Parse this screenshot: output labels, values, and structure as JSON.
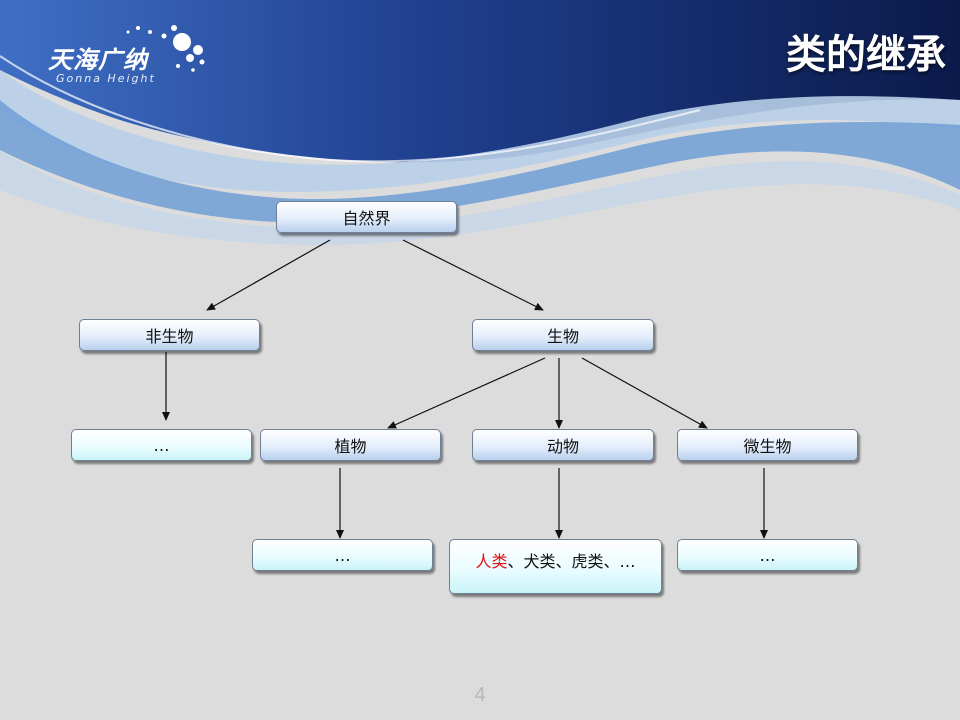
{
  "slide": {
    "title": "类的继承",
    "logo_cn": "天海广纳",
    "logo_en": "Gonna Height",
    "page_number": "4"
  },
  "diagram": {
    "root": "自然界",
    "non_living": "非生物",
    "living": "生物",
    "non_living_child": "…",
    "plant": "植物",
    "animal": "动物",
    "microbe": "微生物",
    "plant_child": "…",
    "animal_child": {
      "human": "人类",
      "rest": "、犬类、虎类、…"
    },
    "microbe_child": "…"
  },
  "colors": {
    "header_dark": "#0d1f55",
    "header_mid": "#2a56a8",
    "wave_light": "#b8cfe8",
    "background": "#dcdcdc",
    "highlight_text": "#e01010"
  }
}
